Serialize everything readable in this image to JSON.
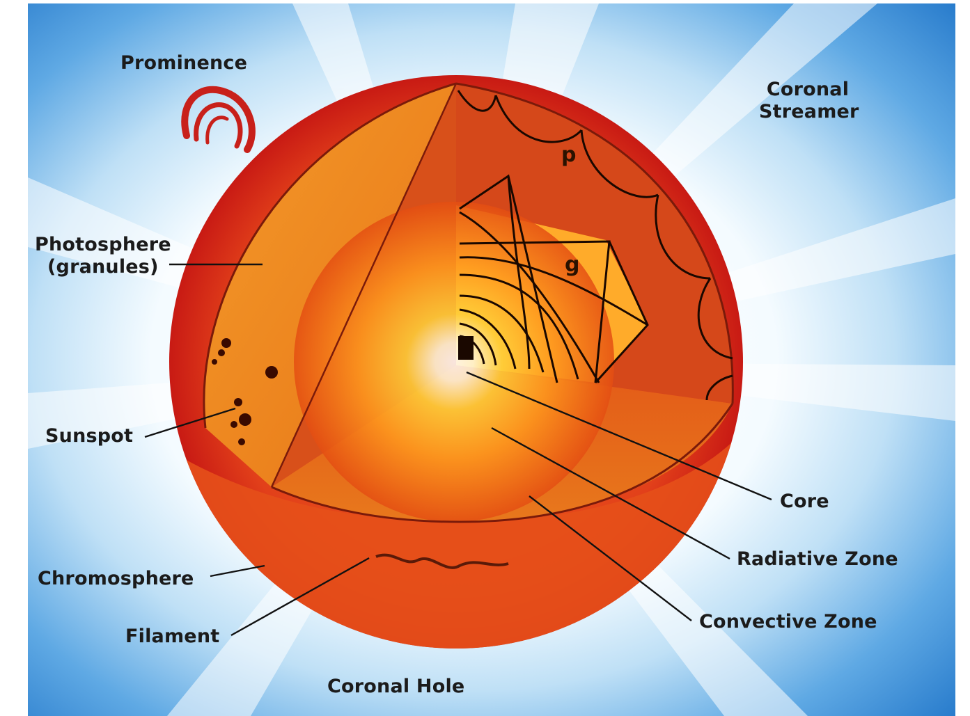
{
  "diagram": {
    "labels": {
      "prominence": "Prominence",
      "coronal_streamer_line1": "Coronal",
      "coronal_streamer_line2": "Streamer",
      "photosphere_line1": "Photosphere",
      "photosphere_line2": "(granules)",
      "sunspot": "Sunspot",
      "chromosphere": "Chromosphere",
      "filament": "Filament",
      "coronal_hole": "Coronal Hole",
      "core": "Core",
      "radiative_zone": "Radiative Zone",
      "convective_zone": "Convective Zone"
    },
    "wave_labels": {
      "p_mode": "p",
      "g_mode": "g"
    },
    "colors": {
      "sky_blue": "#2f86d6",
      "corona_white": "#f4fbff",
      "sun_red": "#d8241c",
      "sun_orange": "#f07a1a",
      "core_white": "#ffffff",
      "leader_line": "#111111"
    }
  }
}
